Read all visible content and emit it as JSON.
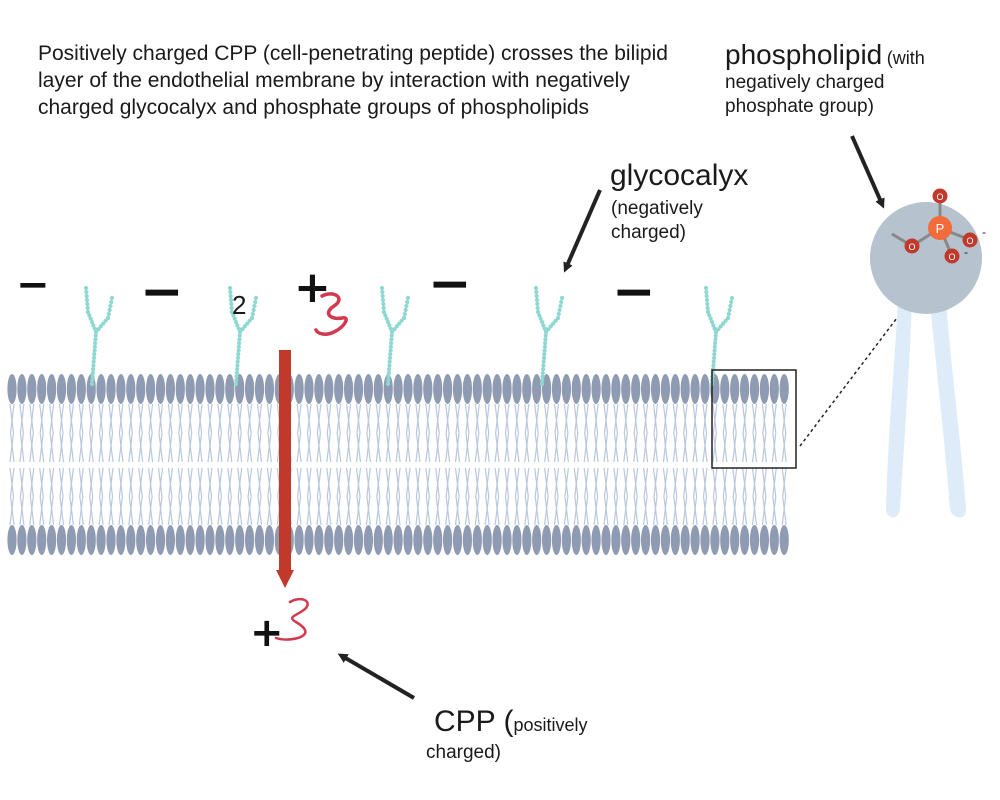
{
  "caption": "Positively charged CPP (cell-penetrating peptide) crosses the bilipid layer of the endothelial membrane by interaction with negatively charged glycocalyx and phosphate groups of phospholipids",
  "labels": {
    "glycocalyx_title": "glycocalyx",
    "glycocalyx_sub1": "(negatively",
    "glycocalyx_sub2": "charged)",
    "phospholipid_title": "phospholipid",
    "phospholipid_sub0": "(with",
    "phospholipid_sub1": "negatively charged",
    "phospholipid_sub2": "phosphate group)",
    "cpp_title": "CPP (",
    "cpp_sub0": "positively",
    "cpp_sub1": "charged)",
    "stray_number": "2"
  },
  "charges": {
    "minus": "−",
    "plus": "+"
  },
  "atoms": {
    "phosphorus": "P",
    "oxygen": "O",
    "ion_minus": "-"
  },
  "colors": {
    "headgroup": "#8e9bb3",
    "tail": "#b9c8dd",
    "glycocalyx": "#8fd8d2",
    "cpp_arrow": "#c0392b",
    "peptide": "#d13a4f",
    "phospholipid_head": "#b6c2ce",
    "phospholipid_tail": "#deecfa",
    "phosphorus": "#f26b3a",
    "oxygen": "#c0392b"
  }
}
